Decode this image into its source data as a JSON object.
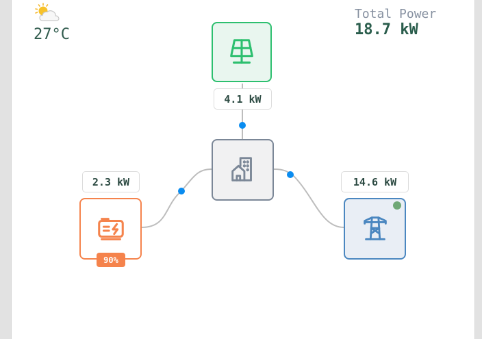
{
  "weather": {
    "icon": "partly-sunny-icon",
    "temperature": "27°C"
  },
  "total_power": {
    "label": "Total Power",
    "value": "18.7 kW"
  },
  "nodes": {
    "solar": {
      "icon": "solar-panel-icon",
      "power": "4.1 kW",
      "color": "#2dbf6f"
    },
    "home": {
      "icon": "home-building-icon",
      "color": "#7b8797"
    },
    "battery": {
      "icon": "battery-charging-icon",
      "power": "2.3 kW",
      "charge": "90%",
      "color": "#f5834c"
    },
    "grid": {
      "icon": "power-tower-icon",
      "power": "14.6 kW",
      "status": "online",
      "status_color": "#6fa876",
      "color": "#4b87c0"
    }
  },
  "flows": {
    "line_color": "#bdbdbd",
    "dot_color": "#0a8cf0"
  }
}
